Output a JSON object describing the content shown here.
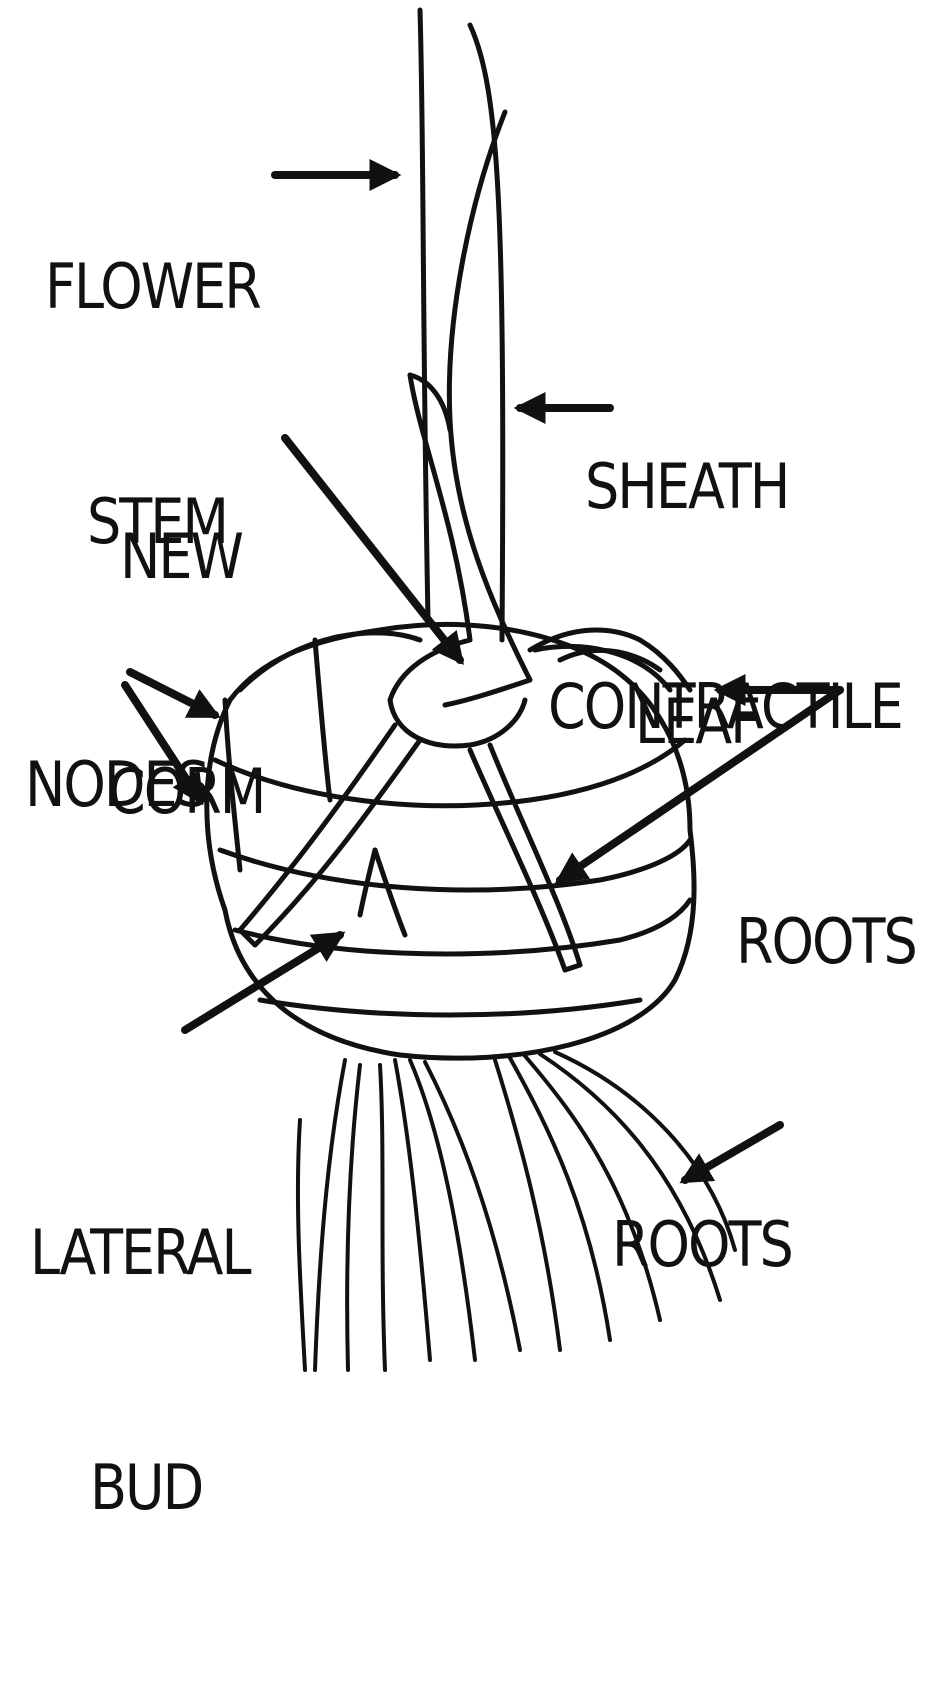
{
  "colors": {
    "ink": "#111111",
    "background": "#ffffff"
  },
  "labels": {
    "flower_stem": [
      "FLOWER",
      "STEM"
    ],
    "sheath_leaf": [
      "SHEATH",
      "LEAF"
    ],
    "new_corm": [
      "NEW",
      "CORM"
    ],
    "contractile_roots": [
      "CONTRACTILE",
      "ROOTS"
    ],
    "nodes": [
      "NODES"
    ],
    "lateral_bud": [
      "LATERAL",
      "BUD"
    ],
    "roots": [
      "ROOTS"
    ]
  }
}
